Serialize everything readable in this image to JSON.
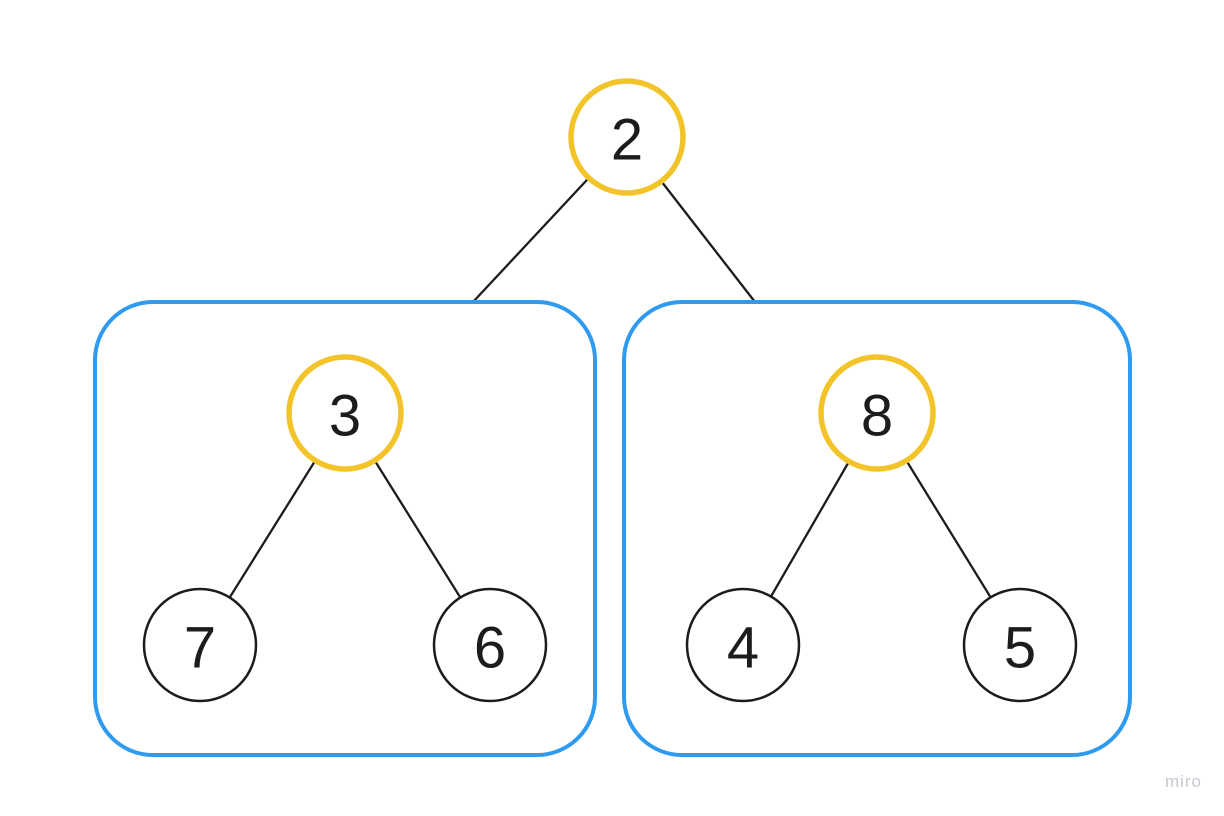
{
  "colors": {
    "background": "#ffffff",
    "accent_yellow": "#F2C429",
    "accent_blue": "#2E9BF0",
    "line_black": "#1C1C1E",
    "text_dark": "#1C1C1E",
    "watermark_gray": "#C4C7D0"
  },
  "watermark": "miro",
  "tree": {
    "type": "binary-tree",
    "nodes": [
      {
        "id": "node-2",
        "label": "2",
        "emphasis": "yellow",
        "role": "root"
      },
      {
        "id": "node-3",
        "label": "3",
        "emphasis": "yellow",
        "role": "left-subtree-parent"
      },
      {
        "id": "node-8",
        "label": "8",
        "emphasis": "yellow",
        "role": "right-subtree-parent"
      },
      {
        "id": "node-7",
        "label": "7",
        "emphasis": "plain",
        "role": "leaf"
      },
      {
        "id": "node-6",
        "label": "6",
        "emphasis": "plain",
        "role": "leaf"
      },
      {
        "id": "node-4",
        "label": "4",
        "emphasis": "plain",
        "role": "leaf"
      },
      {
        "id": "node-5",
        "label": "5",
        "emphasis": "plain",
        "role": "leaf"
      }
    ],
    "edges": [
      {
        "from": "2",
        "to": "left-group"
      },
      {
        "from": "2",
        "to": "right-group"
      },
      {
        "from": "3",
        "to": "7"
      },
      {
        "from": "3",
        "to": "6"
      },
      {
        "from": "8",
        "to": "4"
      },
      {
        "from": "8",
        "to": "5"
      }
    ],
    "groups": [
      {
        "id": "left-group",
        "members": [
          "3",
          "7",
          "6"
        ]
      },
      {
        "id": "right-group",
        "members": [
          "8",
          "4",
          "5"
        ]
      }
    ]
  }
}
